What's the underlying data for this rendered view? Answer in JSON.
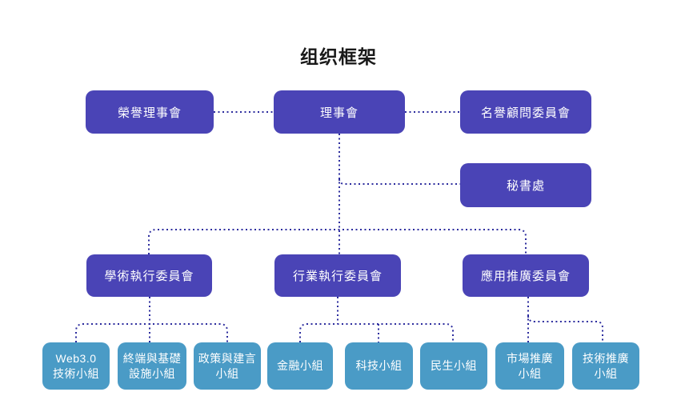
{
  "title": "组织框架",
  "org": {
    "top_row": [
      {
        "label": "榮譽理事會"
      },
      {
        "label": "理事會"
      },
      {
        "label": "名譽顧問委員會"
      }
    ],
    "secretariat": {
      "label": "秘書處"
    },
    "committees": [
      {
        "label": "學術執行委員會"
      },
      {
        "label": "行業執行委員會"
      },
      {
        "label": "應用推廣委員會"
      }
    ],
    "groups": [
      {
        "label": "Web3.0\n技術小組"
      },
      {
        "label": "終端與基礎\n設施小組"
      },
      {
        "label": "政策與建言\n小組"
      },
      {
        "label": "金融小組"
      },
      {
        "label": "科技小組"
      },
      {
        "label": "民生小組"
      },
      {
        "label": "市場推廣\n小組"
      },
      {
        "label": "技術推廣\n小組"
      }
    ]
  },
  "colors": {
    "primary": "#4a44b6",
    "secondary": "#4a9bc6",
    "connector": "#2c2c9e",
    "title_text": "#1a1a1a",
    "node_text": "#ffffff",
    "background": "#ffffff"
  }
}
